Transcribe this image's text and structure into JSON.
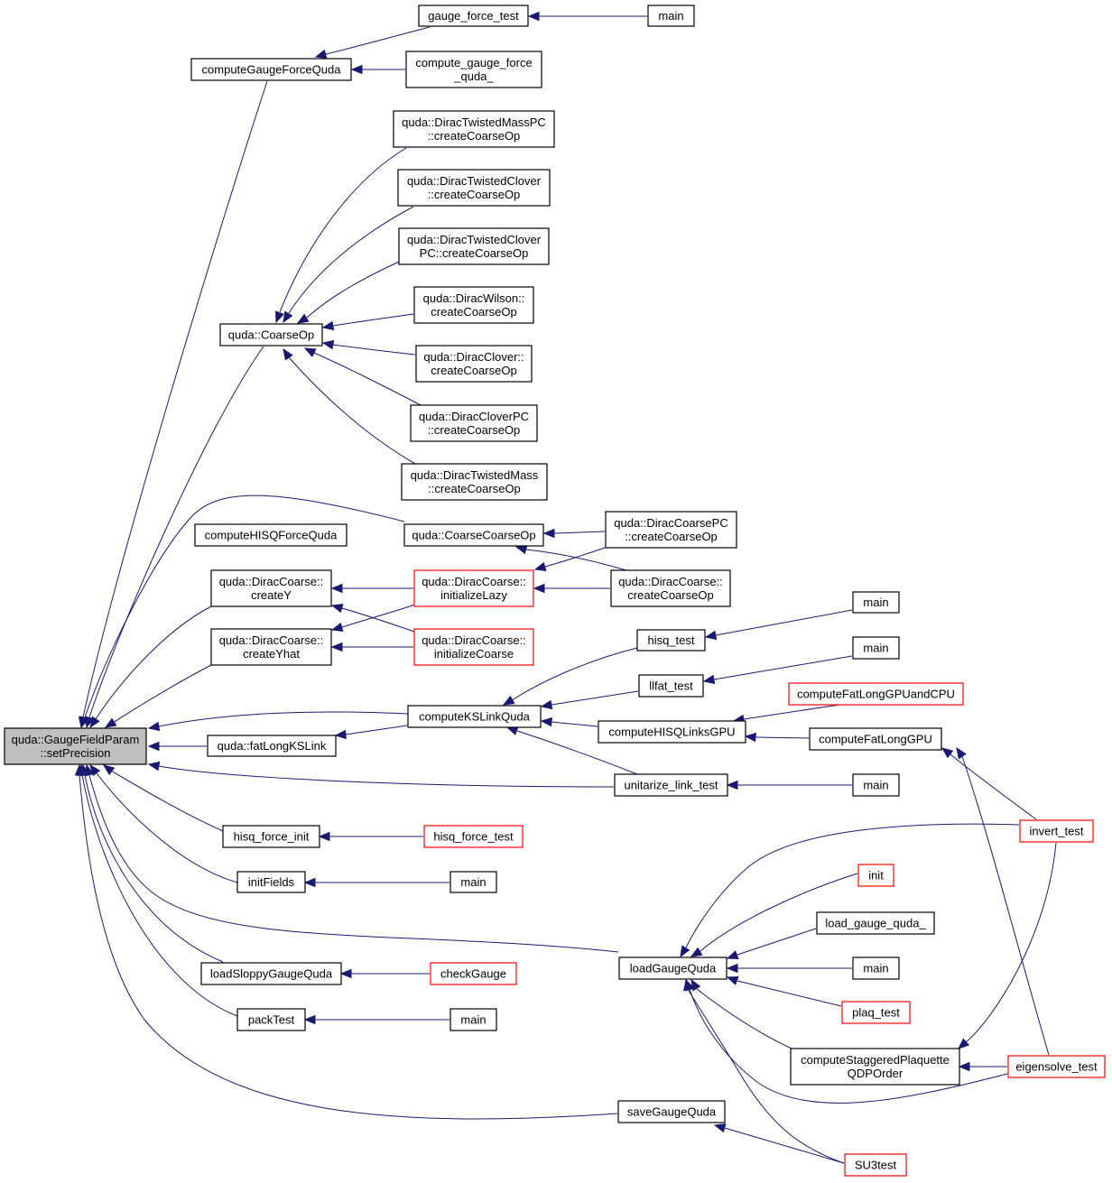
{
  "colors": {
    "edge": "#191970",
    "node_border": "#000000",
    "truncated_border": "#ff0000",
    "root_fill": "#bfbfbf",
    "node_fill": "#ffffff"
  },
  "nodes": [
    {
      "id": "root",
      "lines": [
        "quda::GaugeFieldParam",
        "::setPrecision"
      ],
      "style": "root"
    },
    {
      "id": "gauge_force_test",
      "lines": [
        "gauge_force_test"
      ],
      "style": "normal"
    },
    {
      "id": "main_a",
      "lines": [
        "main"
      ],
      "style": "normal"
    },
    {
      "id": "computeGaugeForceQuda",
      "lines": [
        "computeGaugeForceQuda"
      ],
      "style": "normal"
    },
    {
      "id": "compute_gauge_force_quda_",
      "lines": [
        "compute_gauge_force",
        "_quda_"
      ],
      "style": "normal"
    },
    {
      "id": "dtmpc_cco",
      "lines": [
        "quda::DiracTwistedMassPC",
        "::createCoarseOp"
      ],
      "style": "normal"
    },
    {
      "id": "dtc_cco",
      "lines": [
        "quda::DiracTwistedClover",
        "::createCoarseOp"
      ],
      "style": "normal"
    },
    {
      "id": "dtcpc_cco",
      "lines": [
        "quda::DiracTwistedClover",
        "PC::createCoarseOp"
      ],
      "style": "normal"
    },
    {
      "id": "dw_cco",
      "lines": [
        "quda::DiracWilson::",
        "createCoarseOp"
      ],
      "style": "normal"
    },
    {
      "id": "dc_cco",
      "lines": [
        "quda::DiracClover::",
        "createCoarseOp"
      ],
      "style": "normal"
    },
    {
      "id": "dcpc_cco",
      "lines": [
        "quda::DiracCloverPC",
        "::createCoarseOp"
      ],
      "style": "normal"
    },
    {
      "id": "dtm_cco",
      "lines": [
        "quda::DiracTwistedMass",
        "::createCoarseOp"
      ],
      "style": "normal"
    },
    {
      "id": "coarseop",
      "lines": [
        "quda::CoarseOp"
      ],
      "style": "normal"
    },
    {
      "id": "computeHISQForceQuda",
      "lines": [
        "computeHISQForceQuda"
      ],
      "style": "normal"
    },
    {
      "id": "coarsecoarseop",
      "lines": [
        "quda::CoarseCoarseOp"
      ],
      "style": "normal"
    },
    {
      "id": "dcoarsepc_cco",
      "lines": [
        "quda::DiracCoarsePC",
        "::createCoarseOp"
      ],
      "style": "normal"
    },
    {
      "id": "dcoarse_cco",
      "lines": [
        "quda::DiracCoarse::",
        "createCoarseOp"
      ],
      "style": "normal"
    },
    {
      "id": "createY",
      "lines": [
        "quda::DiracCoarse::",
        "createY"
      ],
      "style": "normal"
    },
    {
      "id": "initializeLazy",
      "lines": [
        "quda::DiracCoarse::",
        "initializeLazy"
      ],
      "style": "truncated"
    },
    {
      "id": "createYhat",
      "lines": [
        "quda::DiracCoarse::",
        "createYhat"
      ],
      "style": "normal"
    },
    {
      "id": "initializeCoarse",
      "lines": [
        "quda::DiracCoarse::",
        "initializeCoarse"
      ],
      "style": "truncated"
    },
    {
      "id": "main_b",
      "lines": [
        "main"
      ],
      "style": "normal"
    },
    {
      "id": "hisq_test",
      "lines": [
        "hisq_test"
      ],
      "style": "normal"
    },
    {
      "id": "main_c",
      "lines": [
        "main"
      ],
      "style": "normal"
    },
    {
      "id": "llfat_test",
      "lines": [
        "llfat_test"
      ],
      "style": "normal"
    },
    {
      "id": "computeFatLongGPUandCPU",
      "lines": [
        "computeFatLongGPUandCPU"
      ],
      "style": "truncated"
    },
    {
      "id": "computeKSLinkQuda",
      "lines": [
        "computeKSLinkQuda"
      ],
      "style": "normal"
    },
    {
      "id": "computeHISQLinksGPU",
      "lines": [
        "computeHISQLinksGPU"
      ],
      "style": "normal"
    },
    {
      "id": "computeFatLongGPU",
      "lines": [
        "computeFatLongGPU"
      ],
      "style": "normal"
    },
    {
      "id": "fatLongKSLink",
      "lines": [
        "quda::fatLongKSLink"
      ],
      "style": "normal"
    },
    {
      "id": "unitarize_link_test",
      "lines": [
        "unitarize_link_test"
      ],
      "style": "normal"
    },
    {
      "id": "main_d",
      "lines": [
        "main"
      ],
      "style": "normal"
    },
    {
      "id": "hisq_force_init",
      "lines": [
        "hisq_force_init"
      ],
      "style": "normal"
    },
    {
      "id": "hisq_force_test",
      "lines": [
        "hisq_force_test"
      ],
      "style": "truncated"
    },
    {
      "id": "invert_test",
      "lines": [
        "invert_test"
      ],
      "style": "truncated"
    },
    {
      "id": "initFields",
      "lines": [
        "initFields"
      ],
      "style": "normal"
    },
    {
      "id": "main_e",
      "lines": [
        "main"
      ],
      "style": "normal"
    },
    {
      "id": "init",
      "lines": [
        "init"
      ],
      "style": "truncated"
    },
    {
      "id": "load_gauge_quda_",
      "lines": [
        "load_gauge_quda_"
      ],
      "style": "normal"
    },
    {
      "id": "loadSloppyGaugeQuda",
      "lines": [
        "loadSloppyGaugeQuda"
      ],
      "style": "normal"
    },
    {
      "id": "checkGauge",
      "lines": [
        "checkGauge"
      ],
      "style": "truncated"
    },
    {
      "id": "loadGaugeQuda",
      "lines": [
        "loadGaugeQuda"
      ],
      "style": "normal"
    },
    {
      "id": "main_f",
      "lines": [
        "main"
      ],
      "style": "normal"
    },
    {
      "id": "packTest",
      "lines": [
        "packTest"
      ],
      "style": "normal"
    },
    {
      "id": "main_g",
      "lines": [
        "main"
      ],
      "style": "normal"
    },
    {
      "id": "plaq_test",
      "lines": [
        "plaq_test"
      ],
      "style": "truncated"
    },
    {
      "id": "computeStaggeredPlaquetteQDPOrder",
      "lines": [
        "computeStaggeredPlaquette",
        "QDPOrder"
      ],
      "style": "normal"
    },
    {
      "id": "eigensolve_test",
      "lines": [
        "eigensolve_test"
      ],
      "style": "truncated"
    },
    {
      "id": "saveGaugeQuda",
      "lines": [
        "saveGaugeQuda"
      ],
      "style": "normal"
    },
    {
      "id": "SU3test",
      "lines": [
        "SU3test"
      ],
      "style": "truncated"
    }
  ]
}
